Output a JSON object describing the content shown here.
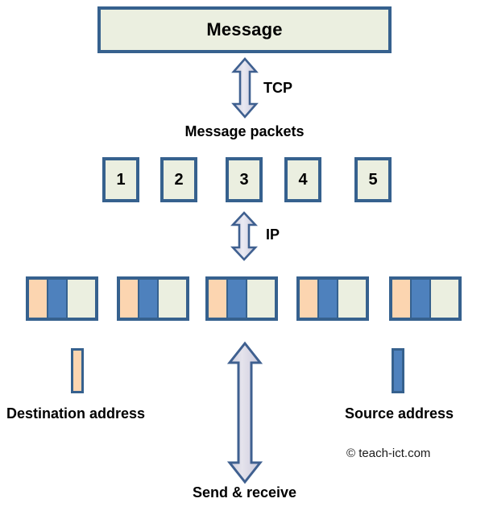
{
  "diagram": {
    "title": "Message",
    "message_box": {
      "label": "Message"
    },
    "layers": {
      "tcp_label": "TCP",
      "ip_label": "IP",
      "message_packets_label": "Message packets",
      "send_receive_label": "Send & receive"
    },
    "packets": [
      {
        "number": "1"
      },
      {
        "number": "2"
      },
      {
        "number": "3"
      },
      {
        "number": "4"
      },
      {
        "number": "5"
      }
    ],
    "packet_bars": [
      {
        "index": "1",
        "segments": [
          "destination-address",
          "source-address",
          "data"
        ]
      },
      {
        "index": "2",
        "segments": [
          "destination-address",
          "source-address",
          "data"
        ]
      },
      {
        "index": "3",
        "segments": [
          "destination-address",
          "source-address",
          "data"
        ]
      },
      {
        "index": "4",
        "segments": [
          "destination-address",
          "source-address",
          "data"
        ]
      },
      {
        "index": "5",
        "segments": [
          "destination-address",
          "source-address",
          "data"
        ]
      }
    ],
    "legend": {
      "destination_label": "Destination address",
      "source_label": "Source address"
    },
    "copyright": "© teach-ict.com",
    "colors": {
      "border": "#36618E",
      "cream_fill": "#EBEFE0",
      "destination_address": "#FCD5B0",
      "source_address": "#4E81BD",
      "arrow_fill": "#DEDEEA",
      "arrow_border": "#3F6090",
      "text": "#000000",
      "background": "#FFFFFF"
    }
  }
}
